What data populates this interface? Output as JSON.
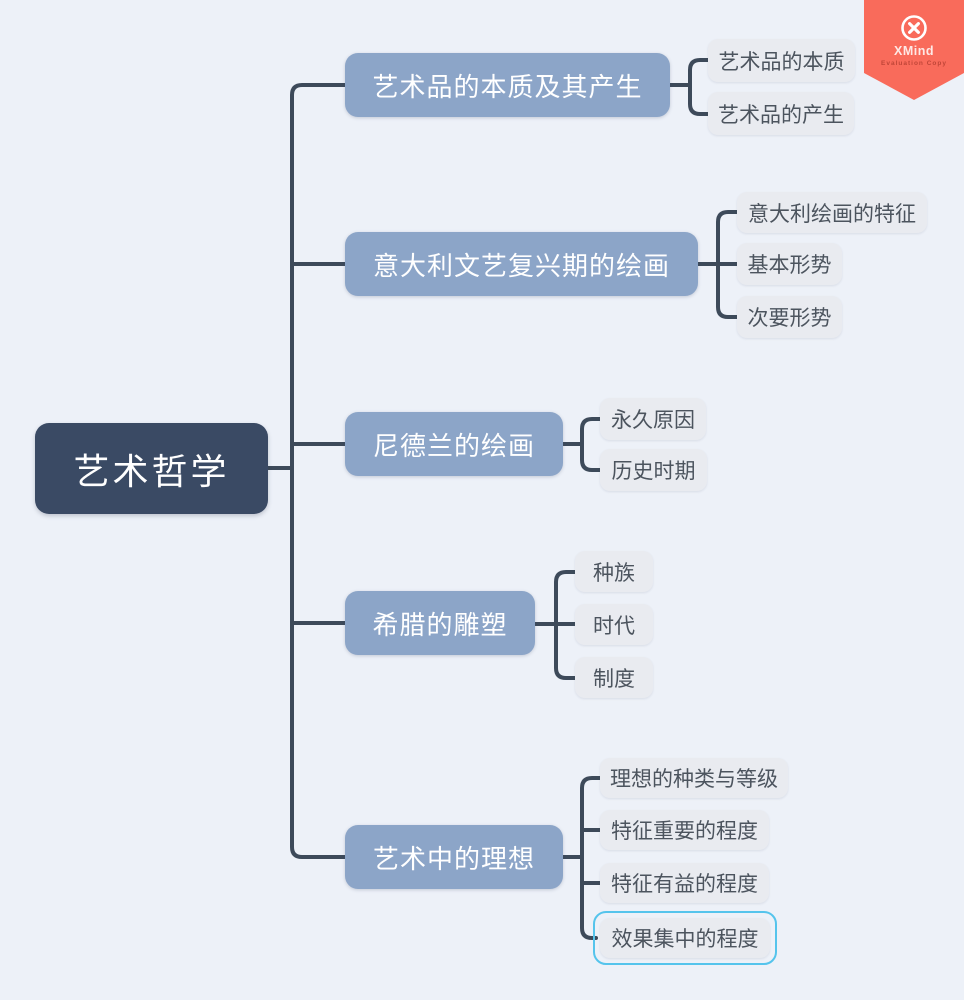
{
  "app": {
    "watermark": {
      "product": "XMind",
      "subtitle": "Evaluation Copy"
    }
  },
  "colors": {
    "canvas-bg": "#EDF1F8",
    "root-bg": "#3A4A64",
    "root-fg": "#FFFFFF",
    "branch-bg": "#8CA5C8",
    "branch-fg": "#FFFFFF",
    "leaf-bg": "#E9EBF0",
    "leaf-fg": "#4C545E",
    "line": "#3D4A5A",
    "selection": "#55C4EC",
    "badge-bg": "#F96B5B"
  },
  "mindmap": {
    "root": {
      "label": "艺术哲学"
    },
    "branches": [
      {
        "label": "艺术品的本质及其产生",
        "children": [
          "艺术品的本质",
          "艺术品的产生"
        ]
      },
      {
        "label": "意大利文艺复兴期的绘画",
        "children": [
          "意大利绘画的特征",
          "基本形势",
          "次要形势"
        ]
      },
      {
        "label": "尼德兰的绘画",
        "children": [
          "永久原因",
          "历史时期"
        ]
      },
      {
        "label": "希腊的雕塑",
        "children": [
          "种族",
          "时代",
          "制度"
        ]
      },
      {
        "label": "艺术中的理想",
        "children": [
          "理想的种类与等级",
          "特征重要的程度",
          "特征有益的程度",
          "效果集中的程度"
        ],
        "selected_child_index": 3
      }
    ]
  }
}
